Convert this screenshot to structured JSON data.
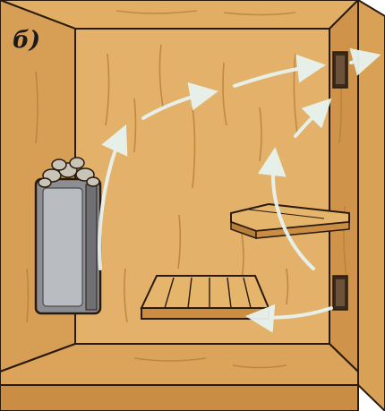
{
  "panel_label": "б)",
  "colors": {
    "wood": "#dca55a",
    "wood_light": "#e8b96e",
    "wood_dark": "#b7803a",
    "outline": "#2a1a0e",
    "heater_metal": "#8c8e92",
    "stones": "#c9c4b8",
    "airflow": "#e7f3ef"
  },
  "elements": {
    "heater": "sauna-stove-with-stones",
    "upper_bench": "upper-shelf",
    "lower_bench": "lower-shelf",
    "upper_vent": "exhaust-vent",
    "lower_vent": "intake-vent"
  }
}
